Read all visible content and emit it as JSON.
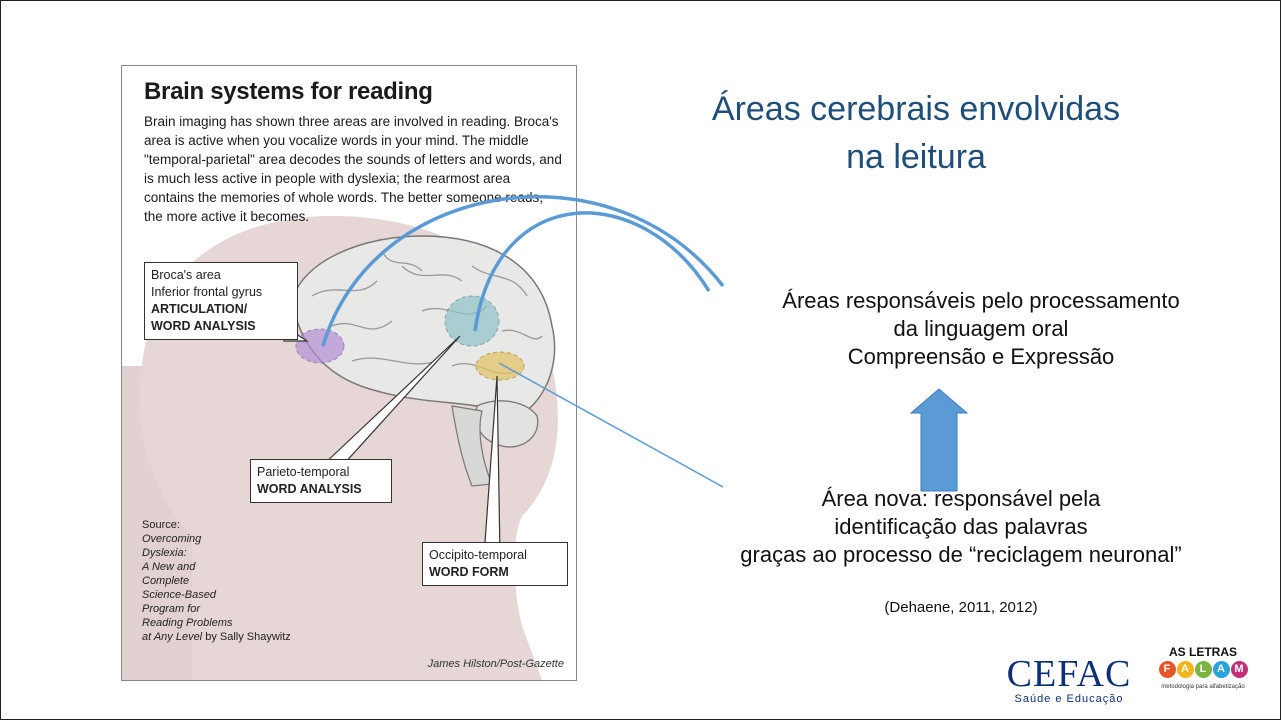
{
  "figure": {
    "title": "Brain systems for reading",
    "body": "Brain imaging has shown three areas are involved in reading. Broca's area is active when you vocalize words in your mind. The middle \"temporal-parietal\" area decodes the sounds of letters and words, and is much less active in people with dyslexia; the rearmost area contains the memories of whole words. The better someone reads, the more active it becomes.",
    "callouts": {
      "broca": {
        "line1": "Broca's area",
        "line2": "Inferior frontal gyrus",
        "line3": "ARTICULATION/",
        "line4": "WORD ANALYSIS"
      },
      "parieto": {
        "line1": "Parieto-temporal",
        "line2": "WORD ANALYSIS"
      },
      "occipito": {
        "line1": "Occipito-temporal",
        "line2": "WORD FORM"
      }
    },
    "source": {
      "l1": "Source:",
      "l2": "Overcoming",
      "l3": "Dyslexia:",
      "l4": "A New and",
      "l5": "Complete",
      "l6": "Science-Based",
      "l7": "Program for",
      "l8": "Reading Problems",
      "l9a": "at Any Level",
      "l9b": " by Sally Shaywitz"
    },
    "credit": "James Hilston/Post-Gazette"
  },
  "slide": {
    "title_line1": "Áreas cerebrais envolvidas",
    "title_line2": "na leitura",
    "oral_line1": "Áreas responsáveis pelo processamento",
    "oral_line2": "da linguagem oral",
    "oral_line3": "Compreensão e Expressão",
    "nova_line1": "Área nova: responsável pela",
    "nova_line2": "identificação das palavras",
    "nova_line3": "graças ao processo de “reciclagem neuronal”",
    "reference": "(Dehaene, 2011, 2012)"
  },
  "logos": {
    "cefac_main": "CEFAC",
    "cefac_sub": "Saúde e Educação",
    "asletras_top": "AS LETRAS",
    "asletras_letters": [
      "F",
      "A",
      "L",
      "A",
      "M"
    ],
    "asletras_sub": "metodologia para alfabetização"
  },
  "colors": {
    "title": "#1f4e79",
    "arrow": "#5b9bd5",
    "broca_region": "#b38fd6",
    "parieto_region": "#8fc3c9",
    "occipito_region": "#e3c36b"
  }
}
